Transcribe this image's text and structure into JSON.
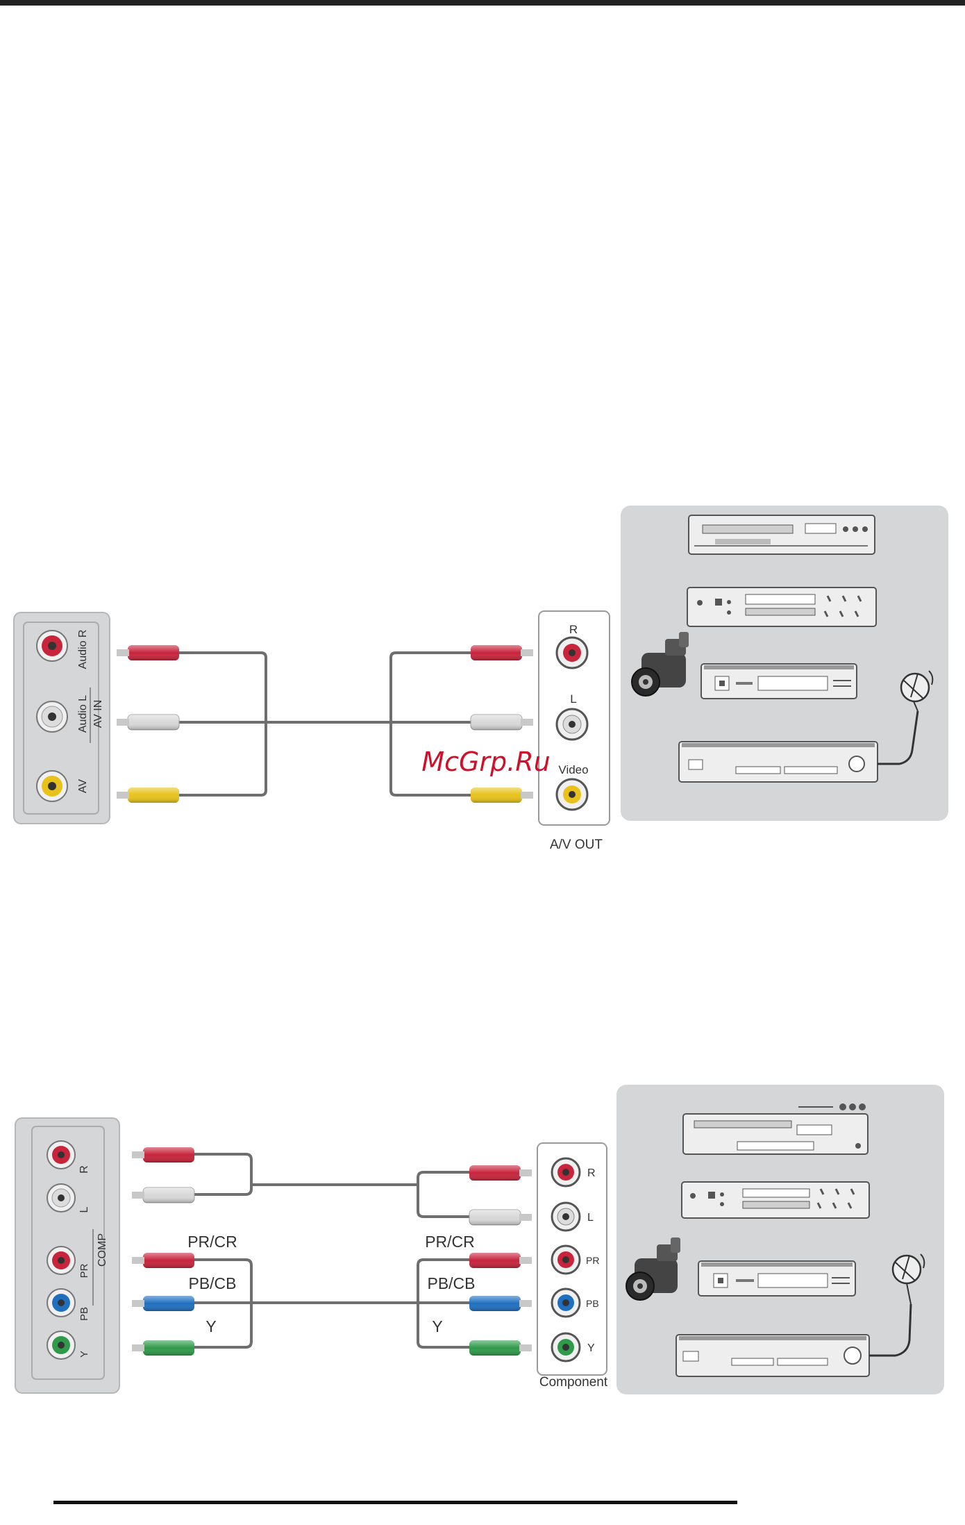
{
  "watermark": "McGrp.Ru",
  "av_diagram": {
    "tv_panel": {
      "audio_r": "Audio R",
      "audio_l": "Audio L",
      "av_in": "AV IN",
      "av": "AV"
    },
    "device_panel": {
      "r": "R",
      "l": "L",
      "video": "Video",
      "caption": "A/V OUT"
    }
  },
  "component_diagram": {
    "tv_panel": {
      "r": "R",
      "l": "L",
      "comp": "COMP",
      "pr": "PR",
      "pb": "PB",
      "y": "Y"
    },
    "cable_labels": {
      "pr_left": "PR/CR",
      "pb_left": "PB/CB",
      "y_left": "Y",
      "pr_right": "PR/CR",
      "pb_right": "PB/CB",
      "y_right": "Y"
    },
    "device_panel": {
      "r": "R",
      "l": "L",
      "pr": "PR",
      "pb": "PB",
      "y": "Y",
      "caption": "Component"
    }
  },
  "colors": {
    "red": "#c8243c",
    "white": "#d8d8d8",
    "yellow": "#e8c21a",
    "green": "#2f9a4a",
    "blue": "#1f6fc0",
    "panel_gray": "#d4d6d8",
    "cable": "#6e6e6e"
  },
  "icons": [
    "vcr-icon",
    "dvd-player-icon",
    "camcorder-icon",
    "set-top-box-icon",
    "receiver-icon",
    "satellite-dish-icon"
  ]
}
